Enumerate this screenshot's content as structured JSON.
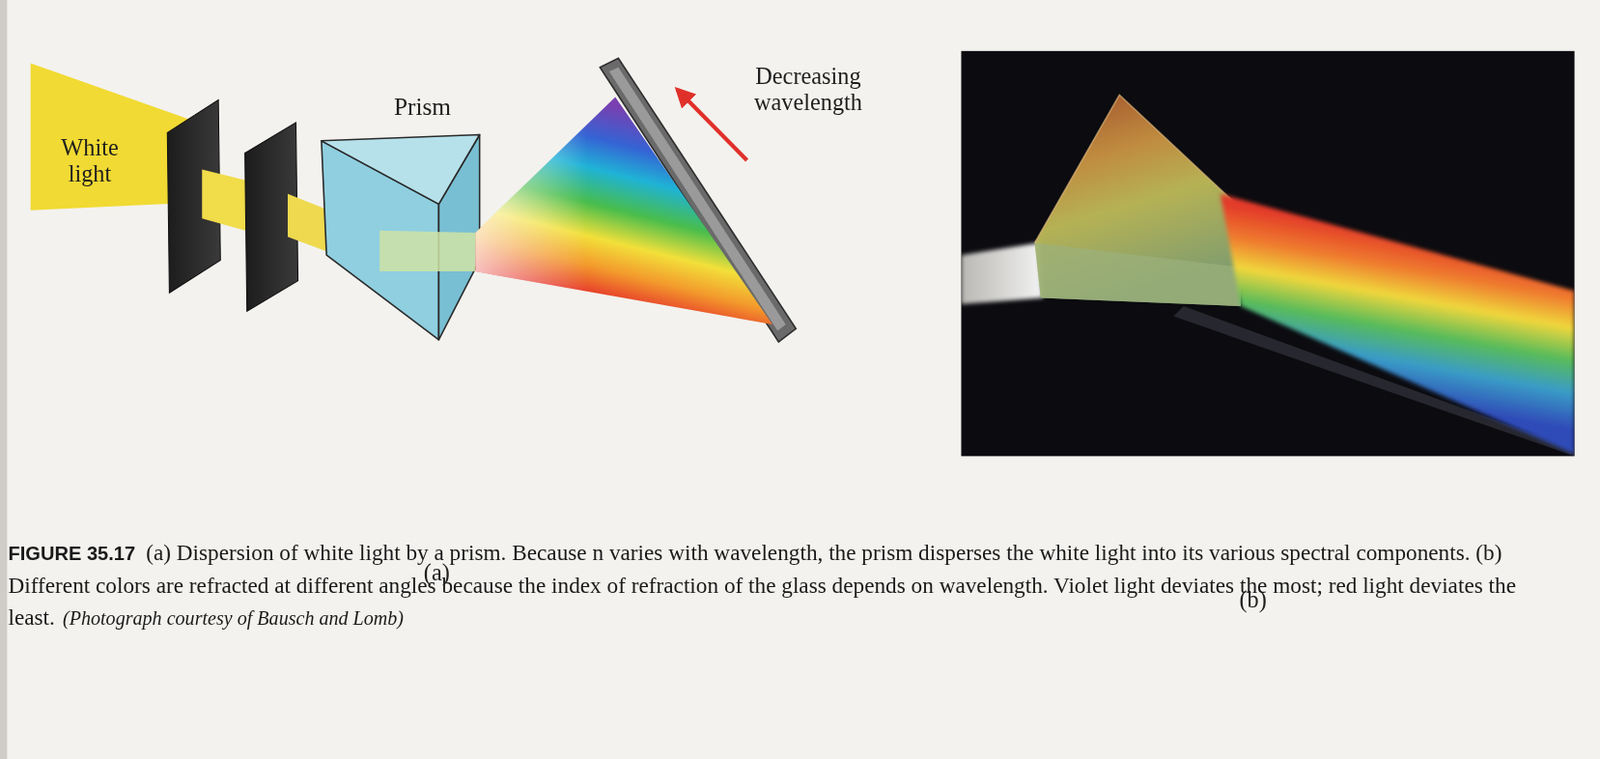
{
  "diagram": {
    "caption": "(a) Dispersion of white light by a prism. Because n varies with wavelength, the prism disperses the white light into its various spectral components. (b) Different colors are refracted at different angles because the index of refraction of the glass depends on wavelength. Violet light deviates the most; red light deviates the least.",
    "nodes": [
      {
        "text": [
          "White light"
        ]
      },
      {
        "text": [
          "Prism"
        ]
      }
    ],
    "labels": [
      "Decreasing wavelength",
      "(a)",
      "(b)",
      "FIGURE 35.17",
      "(Photograph courtesy of Bausch and Lomb)"
    ]
  }
}
